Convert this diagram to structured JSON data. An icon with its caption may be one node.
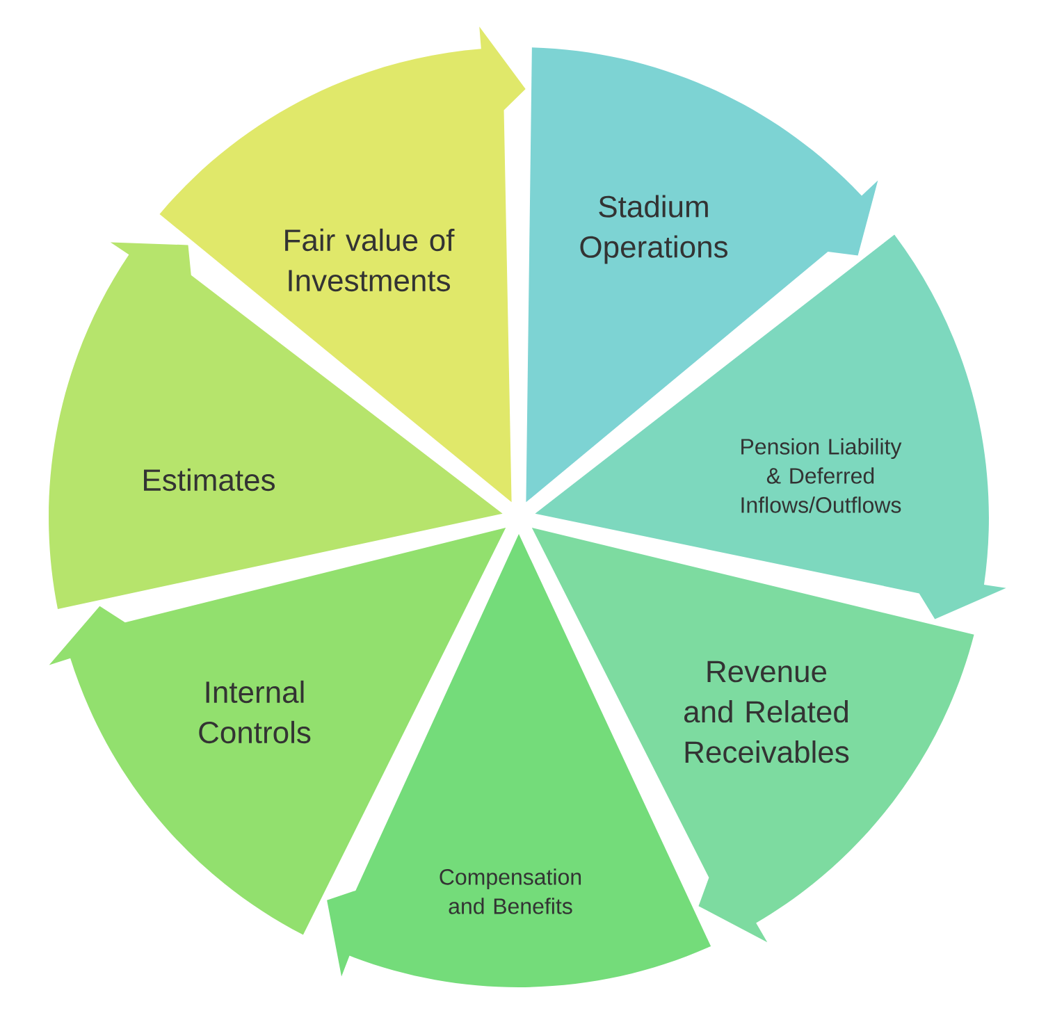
{
  "diagram": {
    "nodes": [
      {
        "text": [
          "Stadium Operations"
        ]
      },
      {
        "text": [
          "Pension Liability & Deferred Inflows/Outflows"
        ]
      },
      {
        "text": [
          "Revenue and Related Receivables"
        ]
      },
      {
        "text": [
          "Compensation and Benefits"
        ]
      },
      {
        "text": [
          "Internal Controls"
        ]
      },
      {
        "text": [
          "Estimates"
        ]
      },
      {
        "text": [
          "Fair value of Investments"
        ]
      }
    ]
  }
}
